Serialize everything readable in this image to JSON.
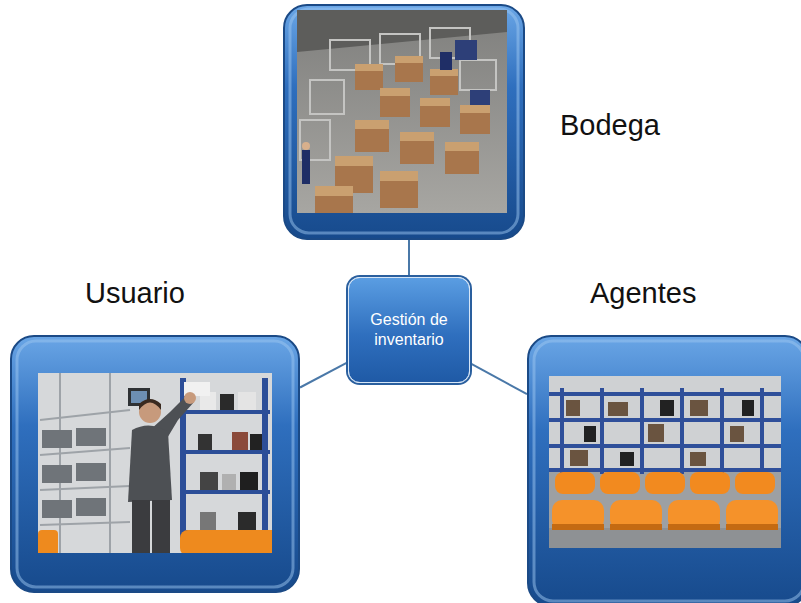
{
  "diagram": {
    "nodes": [
      {
        "text": [
          "Bodega"
        ]
      },
      {
        "text": [
          "Usuario"
        ]
      },
      {
        "text": [
          "Gestión de inventario"
        ]
      },
      {
        "text": [
          "Agentes"
        ]
      }
    ],
    "edges": [
      {
        "from": 2,
        "to": 0,
        "arrow": "none"
      },
      {
        "from": 2,
        "to": 1,
        "arrow": "none"
      },
      {
        "from": 2,
        "to": 3,
        "arrow": "none"
      }
    ]
  }
}
